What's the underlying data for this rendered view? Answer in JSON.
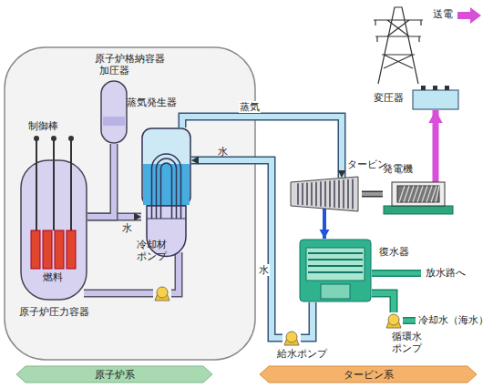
{
  "diagram": {
    "nodes": [
      {
        "text": [
          "原子炉格納容器"
        ]
      },
      {
        "text": [
          "加圧器"
        ],
        "in": 0
      },
      {
        "text": [
          "原子炉圧力容器"
        ],
        "in": 0
      },
      {
        "text": [
          "蒸気発生器"
        ],
        "in": 0
      },
      {
        "text": [
          "冷却材ポンプ"
        ],
        "in": 0
      },
      {
        "text": [
          "タービン"
        ]
      },
      {
        "text": [
          "発電機"
        ]
      },
      {
        "text": [
          "変圧器"
        ]
      },
      {
        "text": [
          "復水器"
        ]
      },
      {
        "text": [
          "給水ポンプ"
        ]
      },
      {
        "text": [
          "循環水ポンプ"
        ]
      },
      {
        "text": [
          "原子炉系"
        ]
      },
      {
        "text": [
          "タービン系"
        ]
      }
    ],
    "edges": [
      {
        "from": 2,
        "to": 3,
        "arrow": "to",
        "label": "水"
      },
      {
        "from": 3,
        "to": 4,
        "arrow": "none"
      },
      {
        "from": 4,
        "to": 2,
        "arrow": "none"
      },
      {
        "from": 3,
        "to": 5,
        "arrow": "to",
        "label": "蒸気"
      },
      {
        "from": 5,
        "to": 8,
        "arrow": "to"
      },
      {
        "from": 8,
        "to": 9,
        "arrow": "none"
      },
      {
        "from": 9,
        "to": 3,
        "arrow": "to",
        "label": "水"
      },
      {
        "from": 10,
        "to": 8,
        "arrow": "none"
      },
      {
        "from": 5,
        "to": 6,
        "arrow": "none"
      },
      {
        "from": 6,
        "to": 7,
        "arrow": "to"
      },
      {
        "from": 1,
        "to": 2,
        "arrow": "none"
      }
    ],
    "labels": [
      "制御棒",
      "燃料",
      "水",
      "送電",
      "放水路へ",
      "冷却水（海水）"
    ]
  }
}
